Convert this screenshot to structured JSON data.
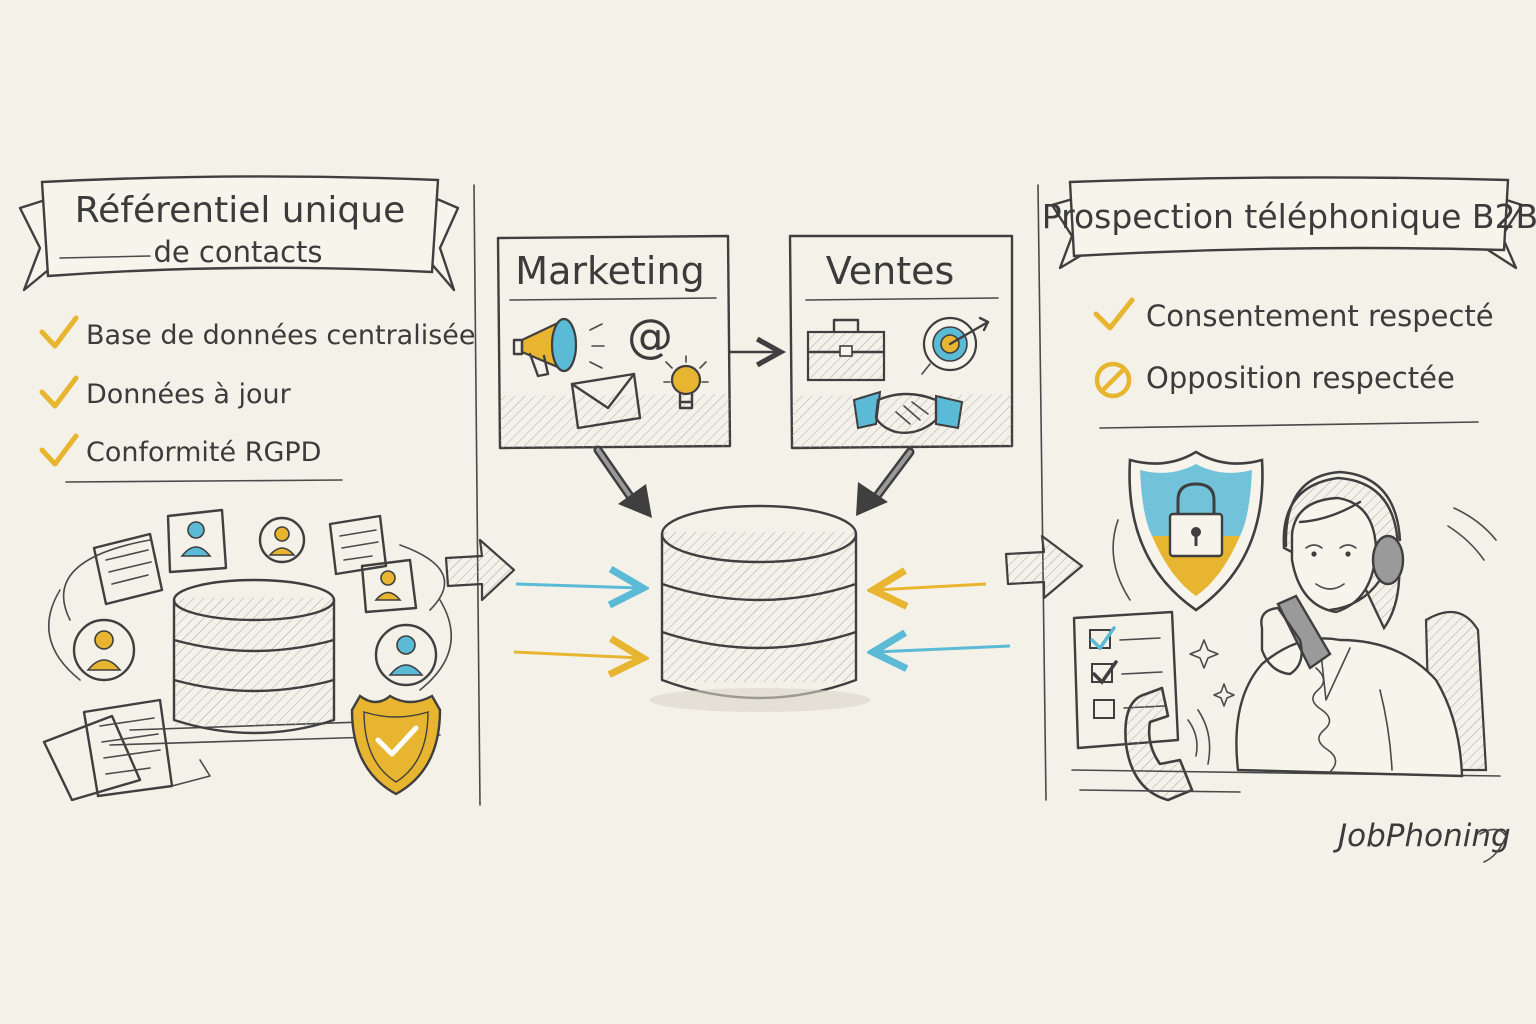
{
  "colors": {
    "background": "#f4f1e8",
    "ink": "#3f3f3f",
    "accent_yellow": "#e8b530",
    "accent_blue": "#5bbad6"
  },
  "left": {
    "banner_line1": "Référentiel unique",
    "banner_line2": "de contacts",
    "items": [
      {
        "label": "Base de données centralisée",
        "icon": "checkmark-icon"
      },
      {
        "label": "Données à jour",
        "icon": "checkmark-icon"
      },
      {
        "label": "Conformité RGPD",
        "icon": "checkmark-icon"
      }
    ]
  },
  "center": {
    "marketing_title": "Marketing",
    "ventes_title": "Ventes"
  },
  "right": {
    "banner": "Prospection téléphonique B2B",
    "items": [
      {
        "label": "Consentement respecté",
        "icon": "checkmark-icon"
      },
      {
        "label": "Opposition respectée",
        "icon": "prohibited-icon"
      }
    ]
  },
  "signature": "JobPhoning"
}
